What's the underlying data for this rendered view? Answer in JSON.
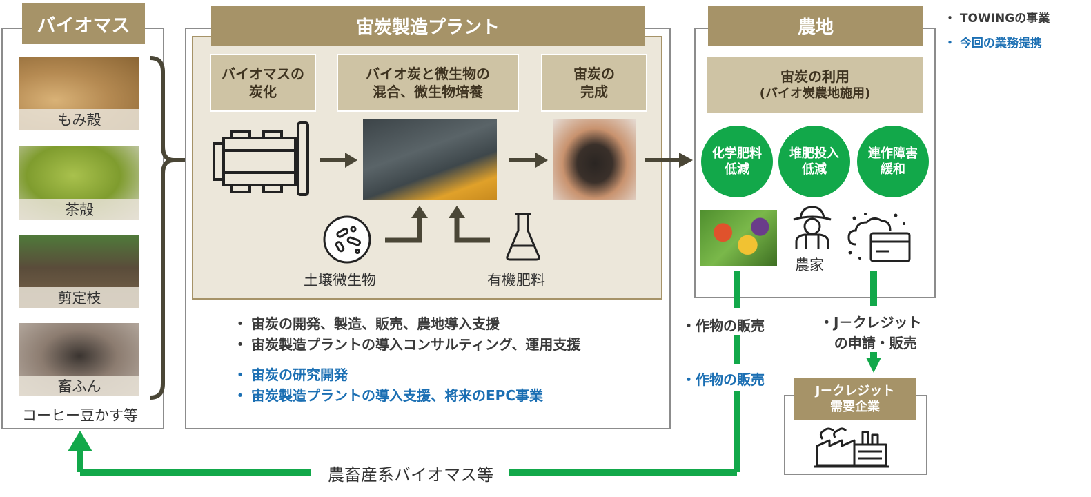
{
  "colors": {
    "tan": "#a69368",
    "tan_light": "#cec3a4",
    "green": "#12a84a",
    "blue": "#1b6fb3",
    "dark_text": "#3a3a3a",
    "arrow_dark": "#4a4636"
  },
  "legend": {
    "towing": "TOWINGの事業",
    "partnership": "今回の業務提携"
  },
  "biomass": {
    "title": "バイオマス",
    "items": [
      "もみ殻",
      "茶殻",
      "剪定枝",
      "畜ふん"
    ],
    "footer": "コーヒー豆かす等"
  },
  "plant": {
    "title": "宙炭製造プラント",
    "steps": [
      {
        "line1": "バイオマスの",
        "line2": "炭化"
      },
      {
        "line1": "バイオ炭と微生物の",
        "line2": "混合、微生物培養"
      },
      {
        "line1": "宙炭の",
        "line2": "完成"
      }
    ],
    "inputs": {
      "microbes": "土壌微生物",
      "fertilizer": "有機肥料"
    },
    "towing_bullets": [
      "宙炭の開発、製造、販売、農地導入支援",
      "宙炭製造プラントの導入コンサルティング、運用支援"
    ],
    "partner_bullets": [
      "宙炭の研究開発",
      "宙炭製造プラントの導入支援、将来のEPC事業"
    ]
  },
  "farmland": {
    "title": "農地",
    "usage_line1": "宙炭の利用",
    "usage_line2": "(バイオ炭農地施用)",
    "benefits": [
      {
        "line1": "化学肥料",
        "line2": "低減"
      },
      {
        "line1": "堆肥投入",
        "line2": "低減"
      },
      {
        "line1": "連作障害",
        "line2": "緩和"
      }
    ],
    "farmer": "農家"
  },
  "flows": {
    "crop_sales_towing": "作物の販売",
    "crop_sales_partner": "作物の販売",
    "jcredit_line1": "J－クレジット",
    "jcredit_line2": "の申請・販売",
    "return_label": "農畜産系バイオマス等"
  },
  "jcredit_company": {
    "line1": "J－クレジット",
    "line2": "需要企業"
  }
}
